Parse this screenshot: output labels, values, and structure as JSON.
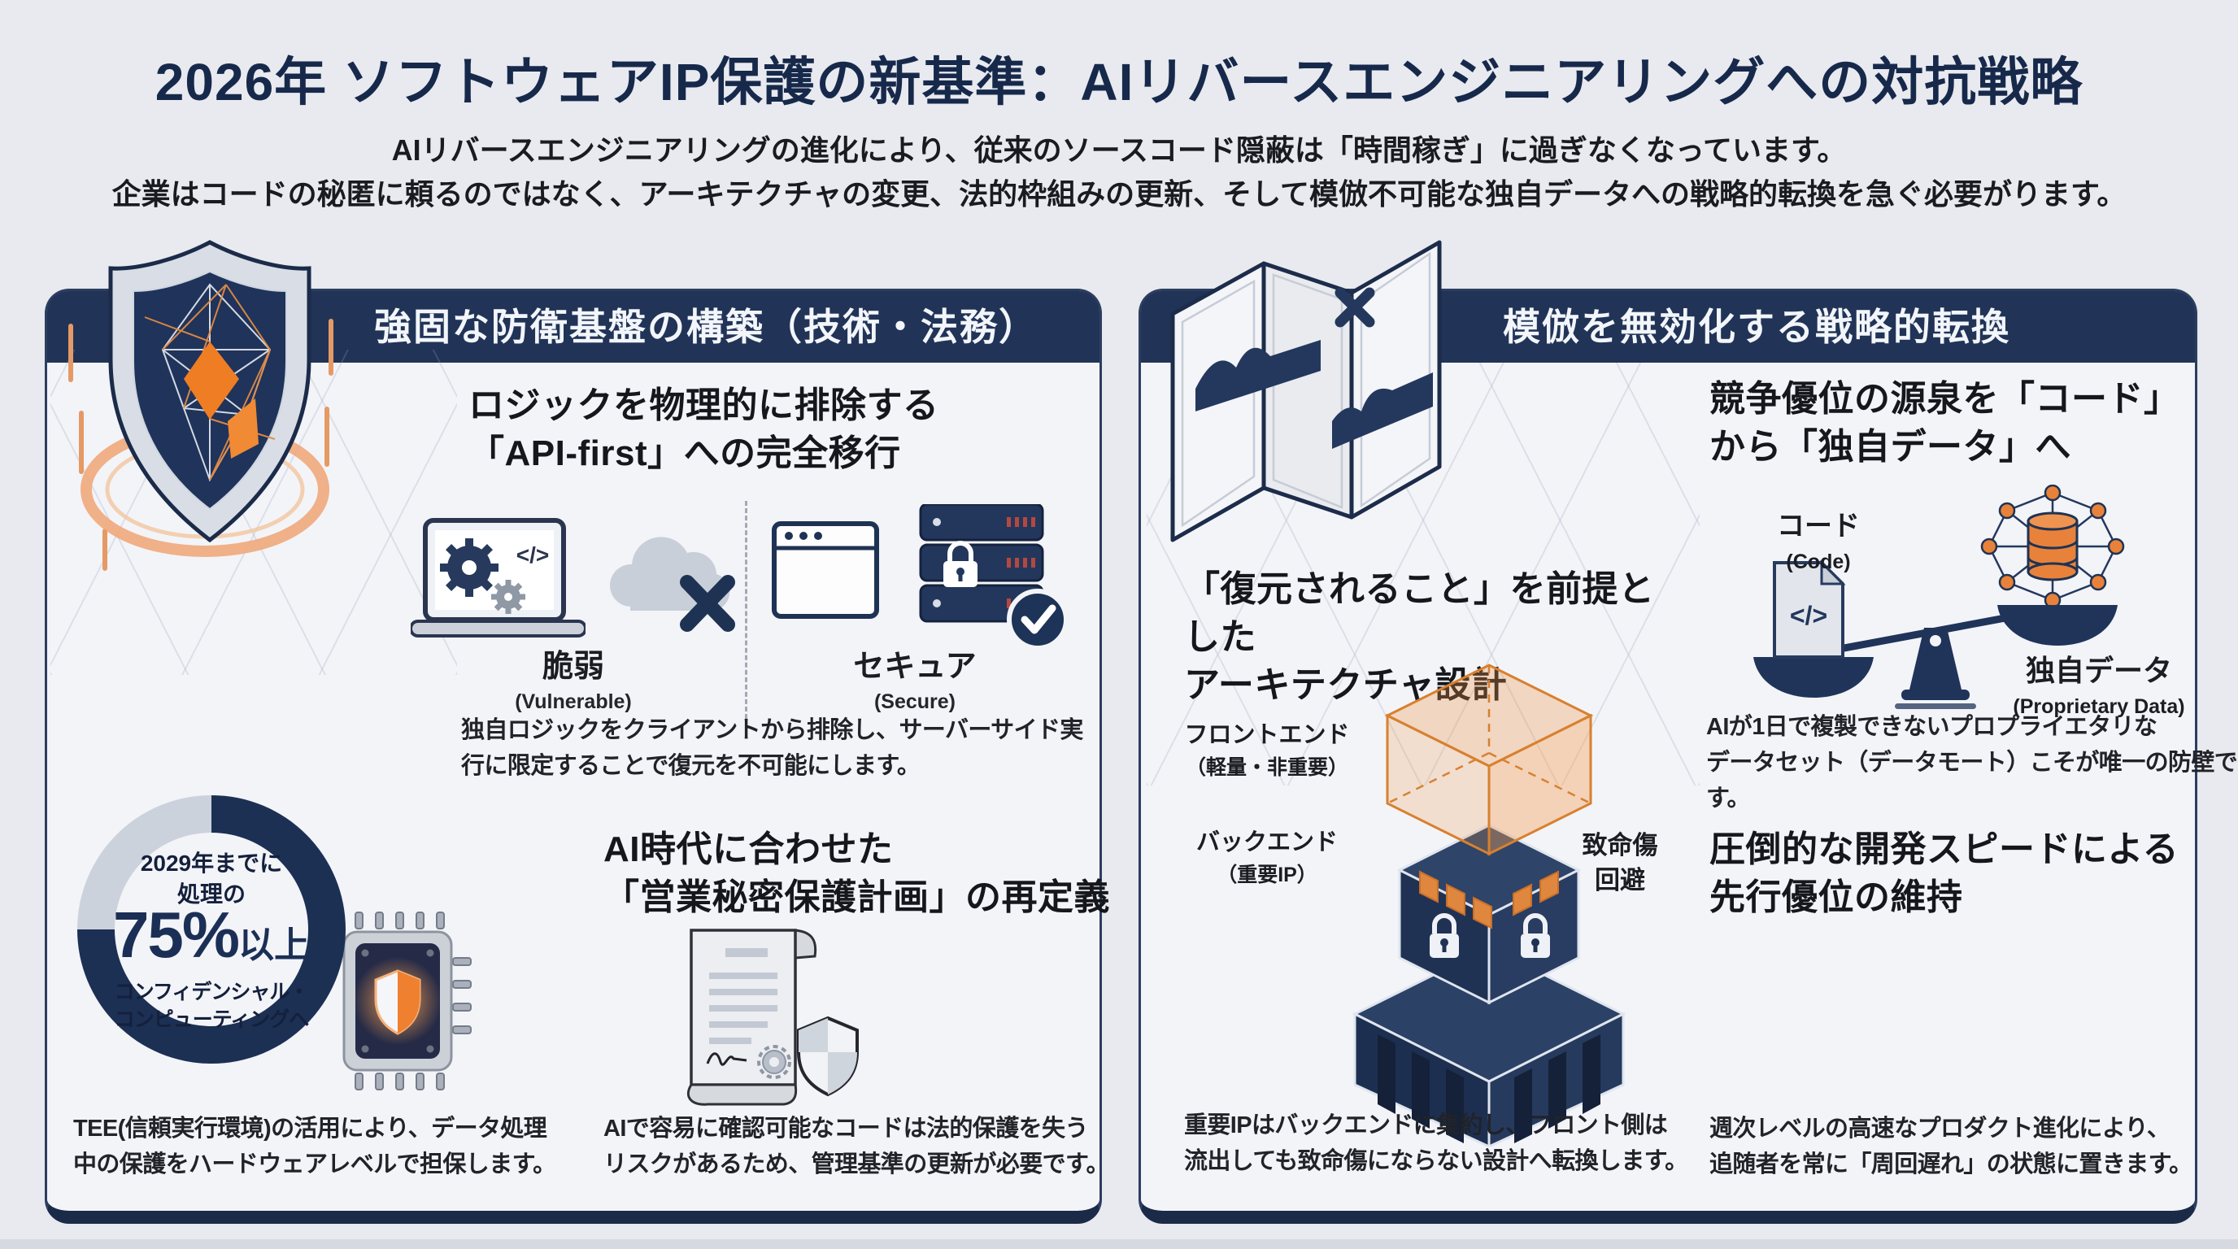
{
  "colors": {
    "page_bg": "#e8eaef",
    "panel_bg": "#f3f4f8",
    "band_navy": "#213457",
    "title_navy": "#17294b",
    "icon_navy": "#20345a",
    "accent_orange": "#e8813a",
    "donut_filled": "#1c3054",
    "donut_empty": "#ccd2dc"
  },
  "page": {
    "title": "2026年 ソフトウェアIP保護の新基準：AIリバースエンジニアリングへの対抗戦略",
    "subtitle": "AIリバースエンジニアリングの進化により、従来のソースコード隠蔽は「時間稼ぎ」に過ぎなくなっています。\n企業はコードの秘匿に頼るのではなく、アーキテクチャの変更、法的枠組みの更新、そして模倣不可能な独自データへの戦略的転換を急ぐ必要がります。"
  },
  "left_panel": {
    "header": "強固な防衛基盤の構築（技術・法務）",
    "api": {
      "heading": "ロジックを物理的に排除する\n「API-first」への完全移行",
      "vulnerable_label": "脆弱",
      "vulnerable_sub": "(Vulnerable)",
      "secure_label": "セキュア",
      "secure_sub": "(Secure)",
      "description": "独自ロジックをクライアントから排除し、サーバーサイド実\n行に限定することで復元を不可能にします。"
    },
    "tee": {
      "stat_line1": "2029年までに",
      "stat_line2": "処理の",
      "stat_value": "75%",
      "stat_unit": "以上",
      "stat_line3": "コンフィデンシャル・",
      "stat_line4": "コンピューティングへ",
      "description": "TEE(信頼実行環境)の活用により、データ処理\n中の保護をハードウェアレベルで担保します。"
    },
    "secret": {
      "heading": "AI時代に合わせた\n「営業秘密保護計画」の再定義",
      "description": "AIで容易に確認可能なコードは法的保護を失う\nリスクがあるため、管理基準の更新が必要です。"
    }
  },
  "right_panel": {
    "header": "模倣を無効化する戦略的転換",
    "data_shift": {
      "heading": "競争優位の源泉を「コード」\nから「独自データ」へ",
      "code_label": "コード",
      "code_sub": "(Code)",
      "data_label": "独自データ",
      "data_sub": "(Proprietary Data)",
      "description": "AIが1日で複製できないプロプライエタリな\nデータセット（データモート）こそが唯一の防壁です。"
    },
    "architecture": {
      "heading": "「復元されること」を前提とした\nアーキテクチャ設計",
      "frontend_label": "フロントエンド",
      "frontend_sub": "（軽量・非重要）",
      "backend_label": "バックエンド",
      "backend_sub": "（重要IP）",
      "avoid_label": "致命傷\n回避",
      "description": "重要IPはバックエンドに集約し、フロント側は\n流出しても致命傷にならない設計へ転換します。"
    },
    "speed": {
      "heading": "圧倒的な開発スピードによる\n先行優位の維持",
      "description": "週次レベルの高速なプロダクト進化により、\n追随者を常に「周回遅れ」の状態に置きます。"
    }
  },
  "icons": {
    "code_glyph": "</>"
  },
  "chart_data": {
    "type": "donut",
    "percent_filled": 75,
    "label": "2029年までに処理の75%以上がコンフィデンシャル・コンピューティングへ",
    "filled_color": "#1c3054",
    "empty_color": "#ccd2dc"
  }
}
